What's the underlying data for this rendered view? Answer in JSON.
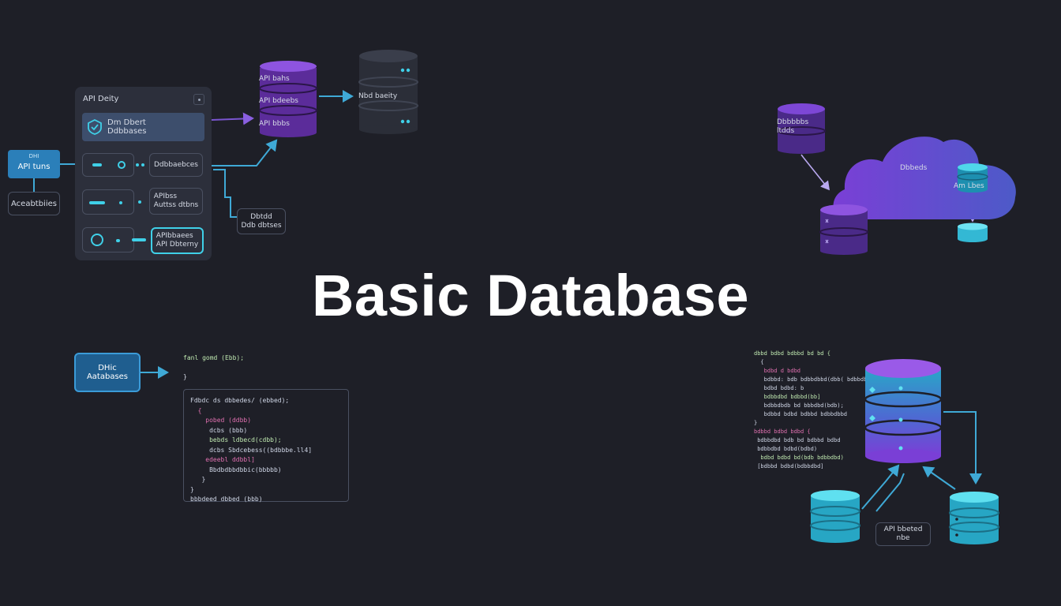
{
  "title": "Basic Database",
  "panel": {
    "header": "API Deity",
    "selected_item": "Dm Dbert\nDdbbases",
    "items": [
      "Ddbbaebces",
      "APIbss\nAuttss dtbns",
      "APIbbaees\nAPI Dbterny"
    ],
    "popout": "Dbtdd\nDdb dbtses"
  },
  "left_labels": {
    "api_tuns": "API tuns",
    "api_tuns_prefix": "DHI",
    "aceabtbies": "Aceabtbiies"
  },
  "stack_top": {
    "layers": [
      "API bahs",
      "API bdeebs",
      "API bbbs"
    ],
    "target": "Nbd baeity"
  },
  "cloud_section": {
    "source_db": "Dbbbbbs ltdds",
    "cloud_label": "Dbbeds",
    "cloud_db": "Am Lbes"
  },
  "bottom_left": {
    "box": "DHic\nAatabases",
    "code_header": "fanl gomd (Ebb);",
    "code_close": "}",
    "code_lines": [
      "Fdbdc ds dbbedes/ (ebbed);",
      "  {",
      "    pobed (ddbb)",
      "     dcbs (bbb)",
      "     bebds ldbecd(cdbb);",
      "     dcbs Sbdcebess((bdbbbe.ll4]",
      "",
      "    edeebl ddbbl]",
      "     Bbdbdbbdbbic(bbbbb)",
      "   }",
      "}",
      "bbbdeed dbbed (bbb)"
    ]
  },
  "bottom_right": {
    "code_lines": [
      "dbbd bdbd bdbbd bd bd {",
      "  {",
      "   bdbd d bdbd",
      "   bdbbd: bdb bdbbdbbd(dbb( bdbbdbd",
      "   bdbd bdbd: b",
      "   bdbbdbd bdbbd(bb]",
      "   bdbbdbdb bd bbbdbd(bdb);",
      "   bdbbd bdbd bdbbd bdbbdbbd",
      "}",
      "",
      "bdbbd bdbd bdbd {",
      " bdbbdbd bdb bd bdbbd bdbd",
      " bdbbdbd bdbd(bdbd)",
      "  bdbd bdbd bd(bdb bdbbdbd)",
      " [bdbbd bdbd(bdbbdbd]"
    ],
    "api_label": "API bbeted\nnbe"
  },
  "colors": {
    "background": "#1e1f27",
    "purple": "#7b3fc8",
    "cyan": "#3fd0e8",
    "blue": "#2b7fb9",
    "panel": "#2c2f3b"
  }
}
